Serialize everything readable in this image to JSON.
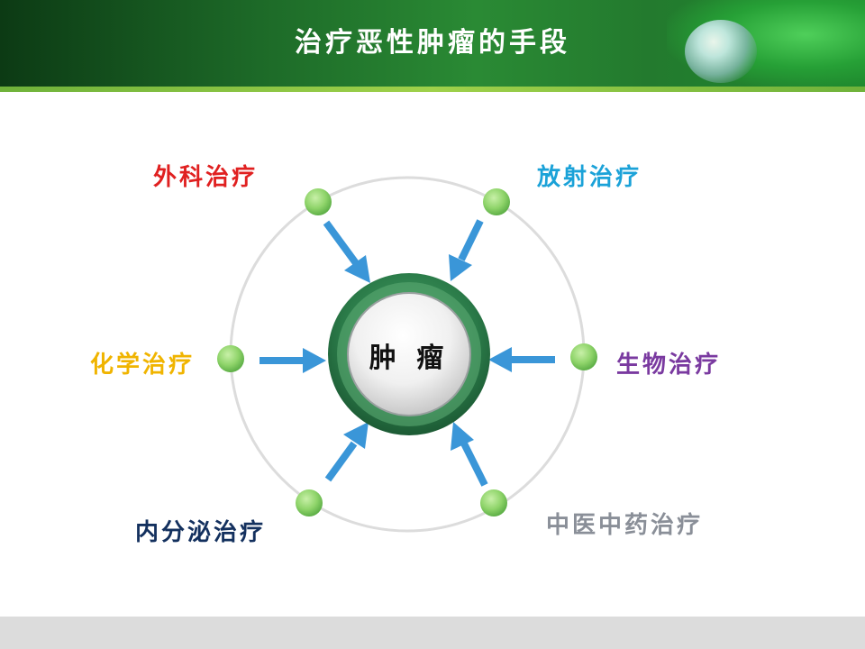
{
  "slide": {
    "title": "治疗恶性肿瘤的手段"
  },
  "center": {
    "label": "肿 瘤"
  },
  "colors": {
    "header_green": "#1d6a28",
    "node_green": "#8fd46a",
    "arrow_blue": "#3a96d8",
    "ring_gray": "#dcdcdc"
  },
  "treatments": [
    {
      "label": "外科治疗",
      "color": "#e02020"
    },
    {
      "label": "放射治疗",
      "color": "#1ba2d8"
    },
    {
      "label": "化学治疗",
      "color": "#f0b400"
    },
    {
      "label": "生物治疗",
      "color": "#7a3aa0"
    },
    {
      "label": "内分泌治疗",
      "color": "#13305e"
    },
    {
      "label": "中医中药治疗",
      "color": "#8a8f98"
    }
  ]
}
